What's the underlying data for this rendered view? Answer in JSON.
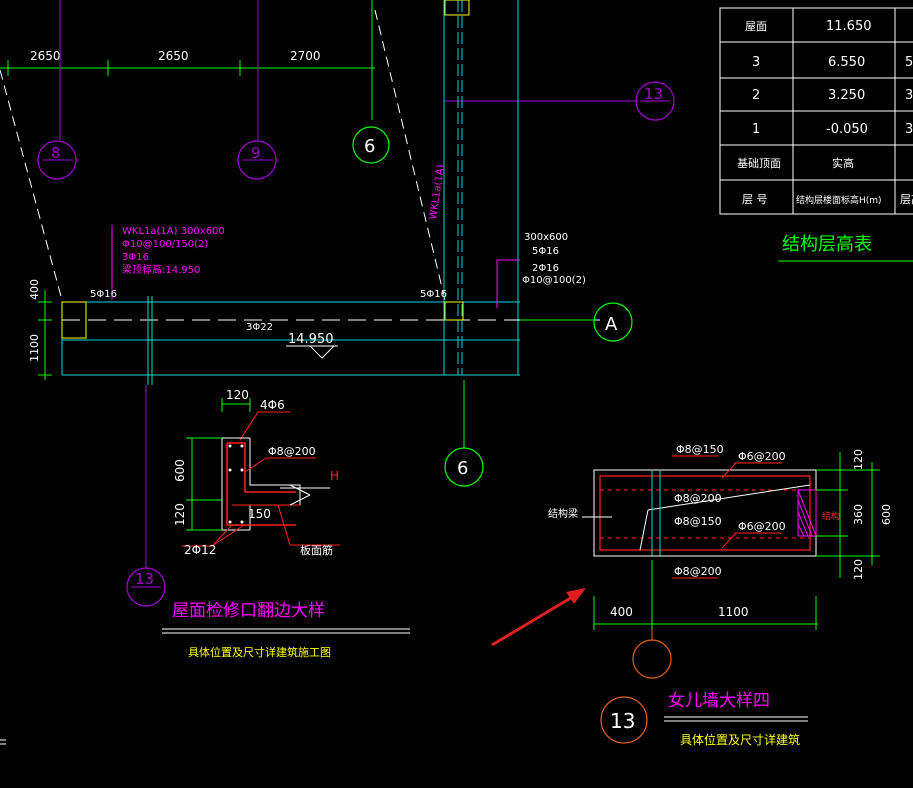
{
  "colors": {
    "background": "#000000",
    "white": "#ffffff",
    "green": "#00ff00",
    "magenta": "#ff00ff",
    "purple": "#a000d0",
    "cyan": "#00d8d8",
    "yellow": "#ffff00",
    "red": "#ff2020",
    "orange": "#e06020"
  },
  "plan": {
    "dims_top": [
      "2650",
      "2650",
      "2700"
    ],
    "axis_8": "8",
    "axis_9": "9",
    "axis_6_top": "6",
    "axis_13_top": "13",
    "axis_a": "A",
    "axis_6_bottom": "6",
    "axis_13_left": "13",
    "beam_wkl_label": "WKL1a(1A) 300x600",
    "beam_stirrup": "Φ10@100/150(2)",
    "beam_top_bar": "3Φ16",
    "beam_top_elev": "梁顶标高:14.950",
    "wkl_vertical": "WKL1a(1A)",
    "right_beam_size": "300x600",
    "right_beam_bar1": "5Φ16",
    "right_beam_bar2": "2Φ16",
    "right_beam_stirrup": "Φ10@100(2)",
    "bar_left": "5Φ16",
    "bar_right": "5Φ16",
    "bar_bottom": "3Φ22",
    "elev": "14.950",
    "dim_400": "400",
    "dim_1100": "1100"
  },
  "floor_table": {
    "rows": [
      [
        "屋面",
        "11.650"
      ],
      [
        "3",
        "6.550"
      ],
      [
        "2",
        "3.250"
      ],
      [
        "1",
        "-0.050"
      ],
      [
        "基础顶面",
        "实高"
      ],
      [
        "层 号",
        "结构层楼面标高H(m)"
      ]
    ],
    "third_col": [
      "",
      "5",
      "3",
      "3",
      "",
      "层高"
    ],
    "caption": "结构层高表"
  },
  "detail_a": {
    "dim_120": "120",
    "bar_top": "4Φ6",
    "stirrup": "Φ8@200",
    "h_mark": "H",
    "dim_600": "600",
    "dim_120b": "120",
    "dim_150": "150",
    "bottom_bar": "2Φ12",
    "slab_bar": "板面筋",
    "title": "屋面检修口翻边大样",
    "subtitle": "具体位置及尺寸详建筑施工图"
  },
  "detail_b": {
    "t_phi8_150": "Φ8@150",
    "t_phi6_200": "Φ6@200",
    "t_phi8_200": "Φ8@200",
    "t_phi8_150b": "Φ8@150",
    "t_phi6_200b": "Φ6@200",
    "t_phi8_200b": "Φ8@200",
    "struct_beam": "结构梁",
    "right_label": "结构",
    "dim_120_top": "120",
    "dim_360": "360",
    "dim_600": "600",
    "dim_120_bot": "120",
    "dim_400": "400",
    "dim_1100": "1100",
    "circle_num": "13",
    "title": "女儿墙大样四",
    "subtitle": "具体位置及尺寸详建筑"
  }
}
